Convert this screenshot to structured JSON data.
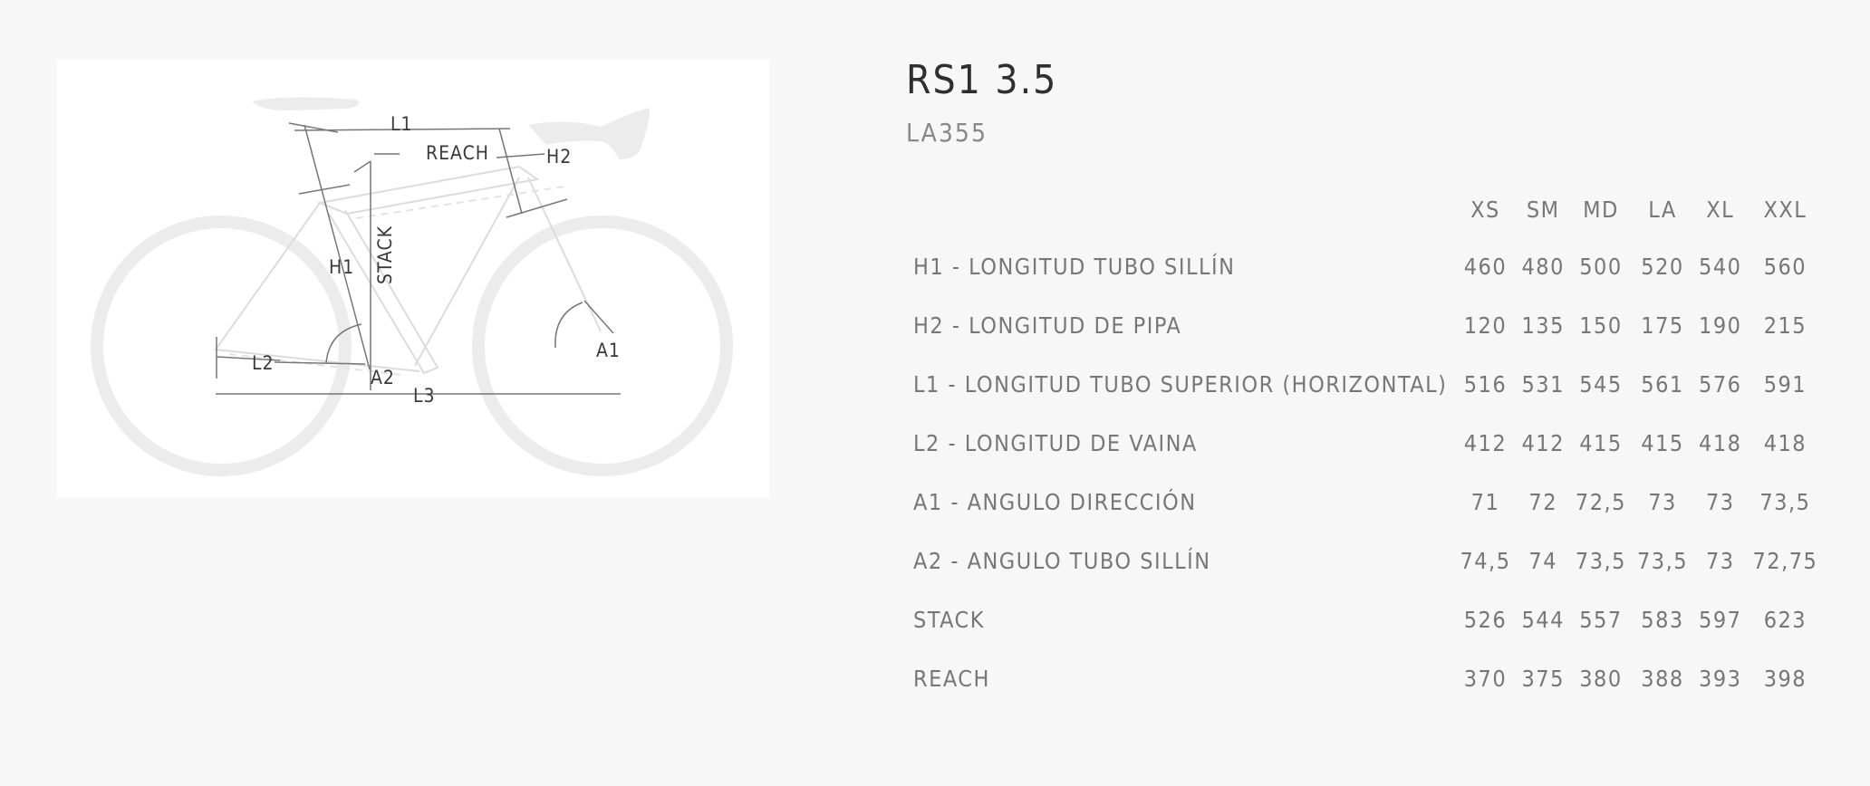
{
  "product": {
    "title": "RS1 3.5",
    "subtitle": "LA355"
  },
  "diagram": {
    "labels": {
      "l1": "L1",
      "reach": "REACH",
      "h2": "H2",
      "stack": "STACK",
      "h1": "H1",
      "l2": "L2",
      "a2": "A2",
      "l3": "L3",
      "a1": "A1"
    }
  },
  "geometry": {
    "sizes": [
      "XS",
      "SM",
      "MD",
      "LA",
      "XL",
      "XXL"
    ],
    "rows": [
      {
        "label": "H1 - LONGITUD TUBO SILLÍN",
        "values": [
          "460",
          "480",
          "500",
          "520",
          "540",
          "560"
        ]
      },
      {
        "label": "H2 - LONGITUD DE PIPA",
        "values": [
          "120",
          "135",
          "150",
          "175",
          "190",
          "215"
        ]
      },
      {
        "label": "L1 - LONGITUD TUBO SUPERIOR (HORIZONTAL)",
        "values": [
          "516",
          "531",
          "545",
          "561",
          "576",
          "591"
        ]
      },
      {
        "label": "L2 - LONGITUD DE VAINA",
        "values": [
          "412",
          "412",
          "415",
          "415",
          "418",
          "418"
        ]
      },
      {
        "label": "A1 - ANGULO DIRECCIÓN",
        "values": [
          "71",
          "72",
          "72,5",
          "73",
          "73",
          "73,5"
        ]
      },
      {
        "label": "A2 - ANGULO TUBO SILLÍN",
        "values": [
          "74,5",
          "74",
          "73,5",
          "73,5",
          "73",
          "72,75"
        ]
      },
      {
        "label": "STACK",
        "values": [
          "526",
          "544",
          "557",
          "583",
          "597",
          "623"
        ]
      },
      {
        "label": "REACH",
        "values": [
          "370",
          "375",
          "380",
          "388",
          "393",
          "398"
        ]
      }
    ]
  }
}
